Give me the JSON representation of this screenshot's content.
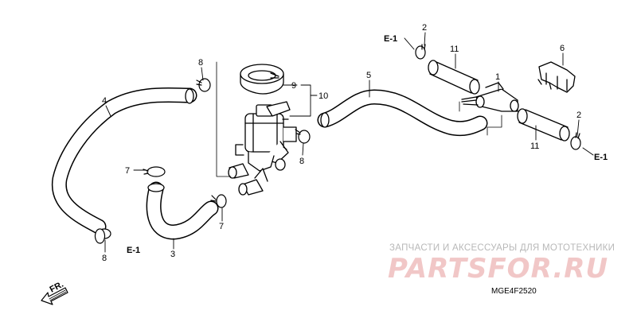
{
  "callouts": {
    "p1": "1",
    "p2a": "2",
    "p2b": "2",
    "p3": "3",
    "p4": "4",
    "p5": "5",
    "p6": "6",
    "p7a": "7",
    "p7b": "7",
    "p8a": "8",
    "p8b": "8",
    "p8c": "8",
    "p9": "9",
    "p10": "10",
    "p11a": "11",
    "p11b": "11"
  },
  "refs": {
    "e1a": "E-1",
    "e1b": "E-1",
    "e1c": "E-1"
  },
  "fr_label": "FR.",
  "watermark": {
    "subtitle": "ЗАПЧАСТИ И АКСЕССУАРЫ ДЛЯ МОТОТЕХНИКИ",
    "brand": "PARTSFOR.RU"
  },
  "diagram_code": "MGE4F2520"
}
